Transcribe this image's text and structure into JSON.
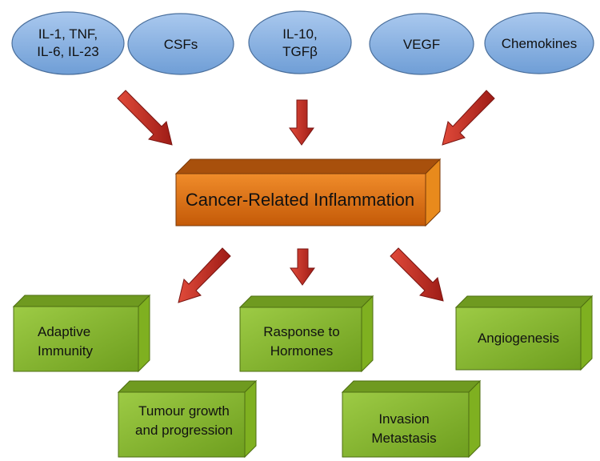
{
  "inputs": [
    {
      "id": "il1",
      "lines": [
        "IL-1, TNF,",
        "IL-6, IL-23"
      ]
    },
    {
      "id": "csfs",
      "lines": [
        "CSFs"
      ]
    },
    {
      "id": "il10",
      "lines": [
        "IL-10,",
        "TGFβ"
      ]
    },
    {
      "id": "vegf",
      "lines": [
        "VEGF"
      ]
    },
    {
      "id": "chemokines",
      "lines": [
        "Chemokines"
      ]
    }
  ],
  "center": {
    "label": "Cancer-Related Inflammation"
  },
  "outcomes": [
    {
      "id": "adaptive",
      "lines": [
        "Adaptive",
        "Immunity"
      ]
    },
    {
      "id": "hormones",
      "lines": [
        "Rasponse to",
        "Hormones"
      ]
    },
    {
      "id": "angiogenesis",
      "lines": [
        "Angiogenesis"
      ]
    },
    {
      "id": "tumour",
      "lines": [
        "Tumour growth",
        "and progression"
      ]
    },
    {
      "id": "invasion",
      "lines": [
        "Invasion",
        "Metastasis"
      ]
    }
  ],
  "colors": {
    "ellipse_fill": "#8db4e2",
    "ellipse_stroke": "#4a6f9c",
    "center_front": "#d96a10",
    "center_top": "#a8500c",
    "center_side": "#e88a1c",
    "box_front": "#8fbf3a",
    "box_top": "#6f9a20",
    "box_side": "#7fb020",
    "arrow_fill": "#c0302c",
    "arrow_stroke": "#7a1512"
  }
}
